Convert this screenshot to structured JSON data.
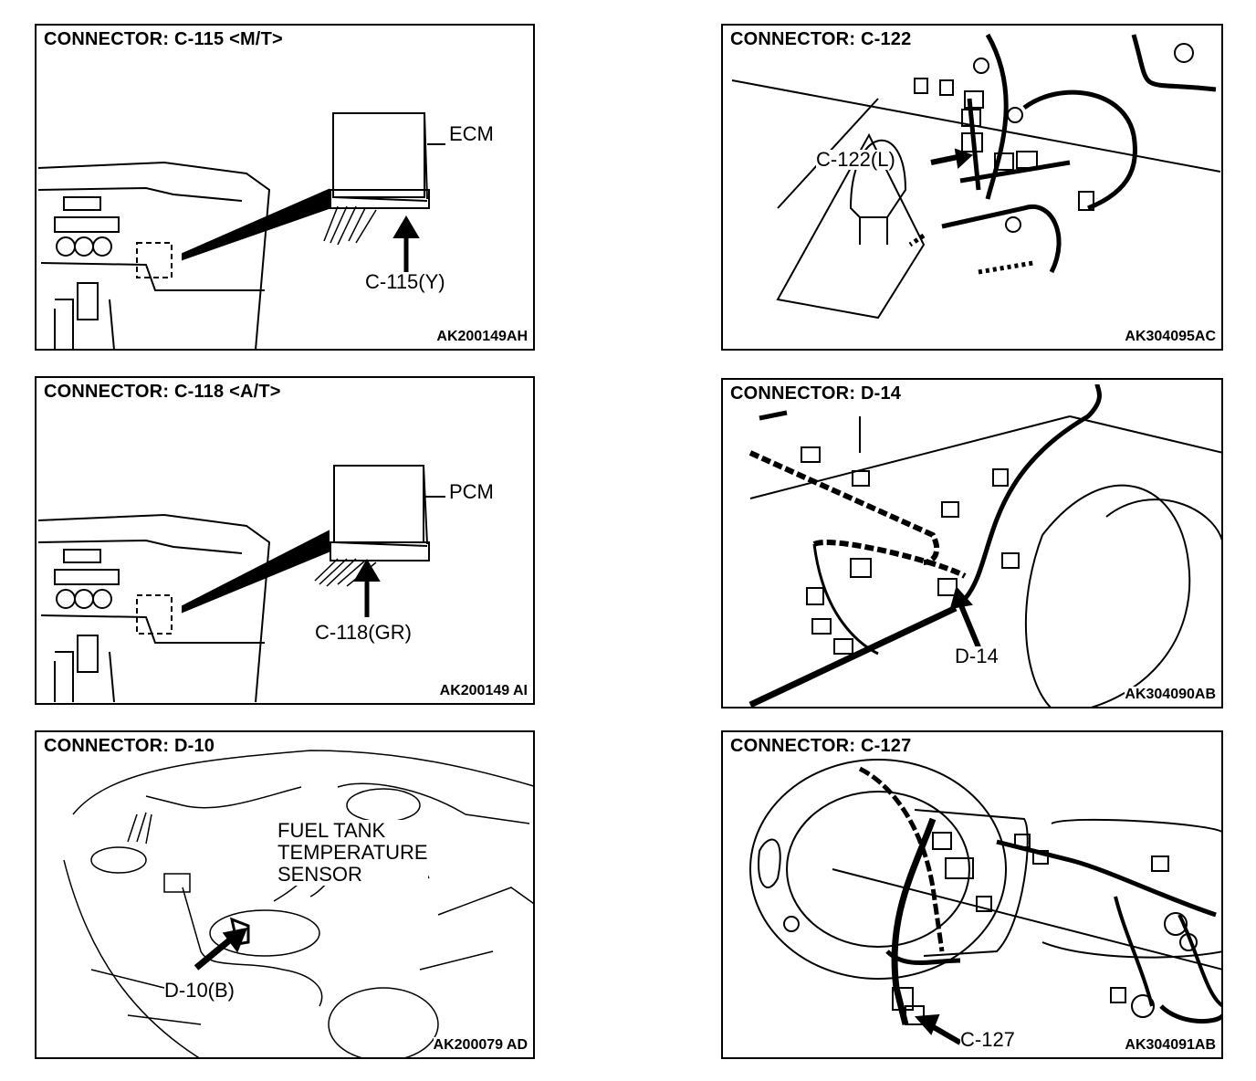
{
  "panels": [
    {
      "title": "CONNECTOR: C-115 <M/T>",
      "module_label": "ECM",
      "connector_label": "C-115(Y)",
      "code": "AK200149AH"
    },
    {
      "title": "CONNECTOR: C-122",
      "connector_label": "C-122(L)",
      "code": "AK304095AC"
    },
    {
      "title": "CONNECTOR: C-118 <A/T>",
      "module_label": "PCM",
      "connector_label": "C-118(GR)",
      "code": "AK200149 AI"
    },
    {
      "title": "CONNECTOR: D-14",
      "connector_label": "D-14",
      "code": "AK304090AB"
    },
    {
      "title": "CONNECTOR: D-10",
      "sensor_label_lines": [
        "FUEL TANK",
        "TEMPERATURE",
        "SENSOR"
      ],
      "connector_label": "D-10(B)",
      "code": "AK200079 AD"
    },
    {
      "title": "CONNECTOR: C-127",
      "connector_label": "C-127",
      "code": "AK304091AB"
    }
  ]
}
